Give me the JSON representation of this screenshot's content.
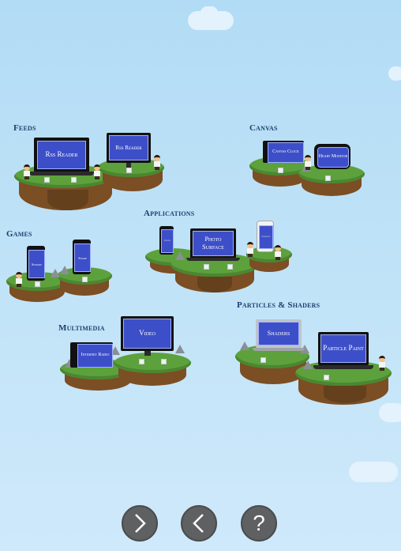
{
  "groups": {
    "feeds": {
      "label": "Feeds",
      "items": [
        "Rss Reader",
        "Rss Reader"
      ]
    },
    "canvas": {
      "label": "Canvas",
      "items": [
        "Canvas Clock",
        "Heart Monitor"
      ]
    },
    "games": {
      "label": "Games",
      "items": [
        "Sudoku",
        "Snake"
      ]
    },
    "applications": {
      "label": "Applications",
      "items": [
        "Clock",
        "Photo Surface",
        "Contacts"
      ]
    },
    "multimedia": {
      "label": "Multimedia",
      "items": [
        "Internet Radio",
        "Video"
      ]
    },
    "particles": {
      "label": "Particles & Shaders",
      "items": [
        "Shaders",
        "Particle Paint"
      ]
    }
  },
  "nav": {
    "next_icon": "chevron-right-icon",
    "back_icon": "chevron-left-icon",
    "help_label": "?"
  },
  "colors": {
    "sky": "#c3e4f8",
    "screen": "#3d4fc8",
    "label": "#1d3f6e",
    "grass": "#5da13d",
    "button": "#5f6062"
  }
}
